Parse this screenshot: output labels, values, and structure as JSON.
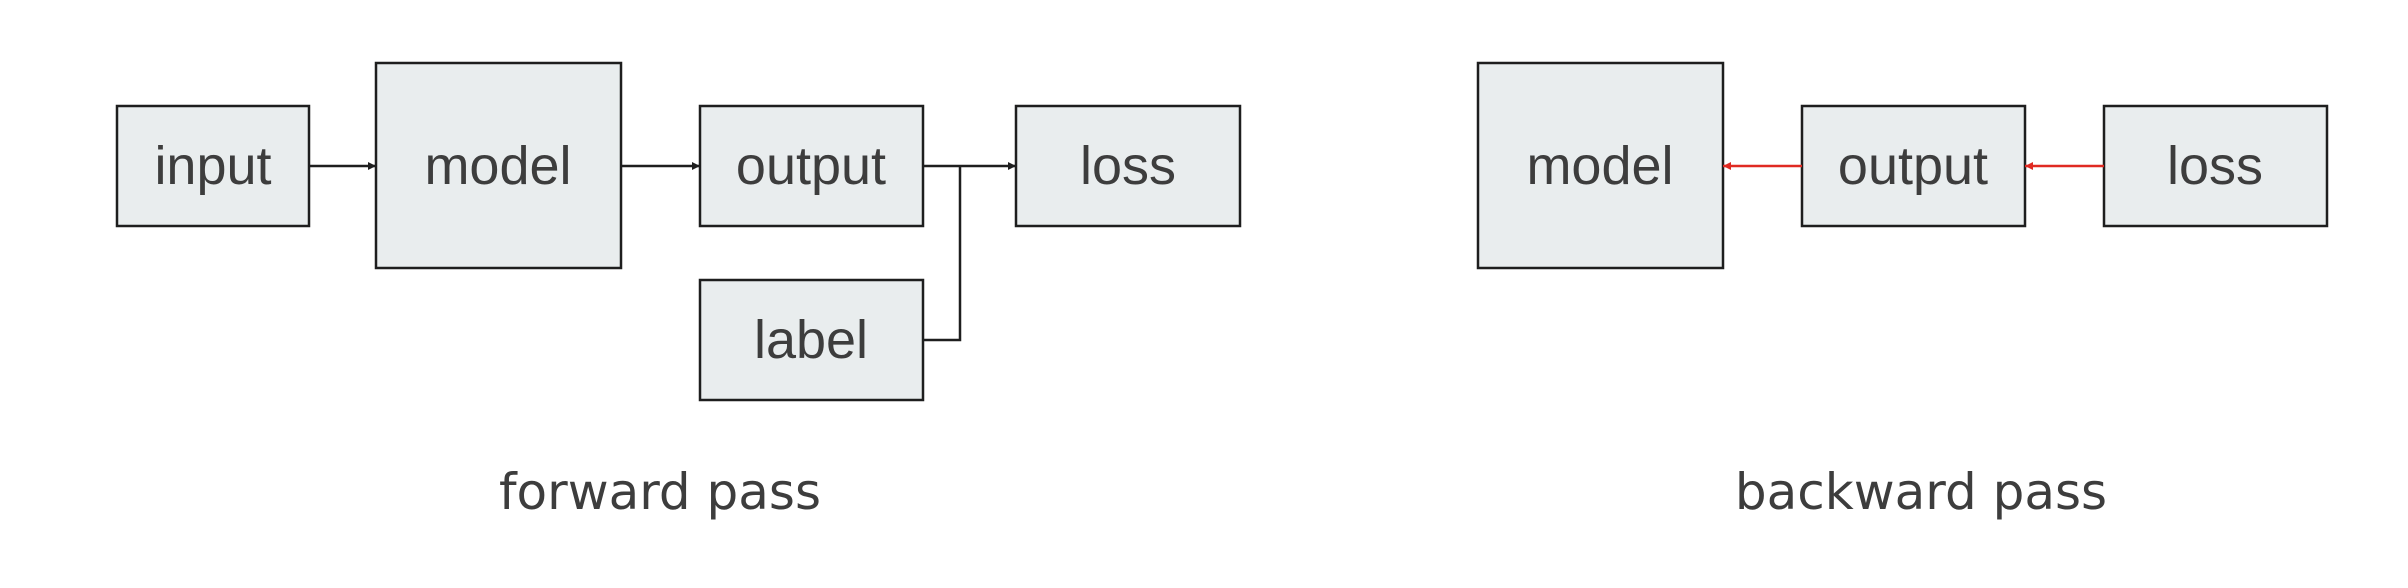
{
  "forward": {
    "caption": "forward pass",
    "nodes": {
      "input": "input",
      "model": "model",
      "output": "output",
      "loss": "loss",
      "label": "label"
    }
  },
  "backward": {
    "caption": "backward pass",
    "nodes": {
      "model": "model",
      "output": "output",
      "loss": "loss"
    }
  },
  "colors": {
    "box_fill": "#e9edee",
    "box_stroke": "#1e1e1e",
    "forward_arrow": "#1e1e1e",
    "backward_arrow": "#e02a22",
    "text": "#3d3d3d"
  }
}
